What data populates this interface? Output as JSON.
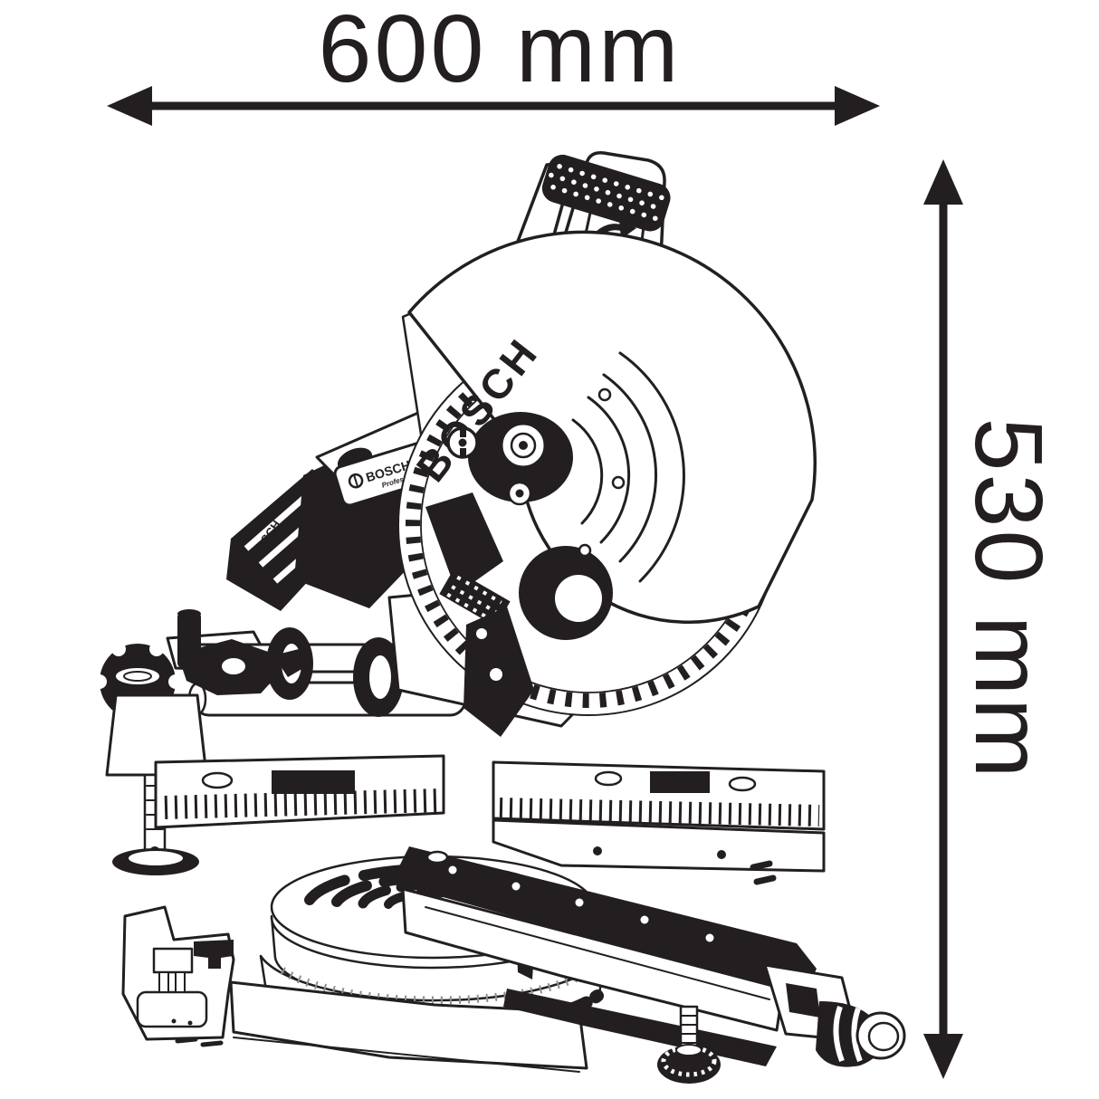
{
  "colors": {
    "ink": "#231f20",
    "background": "#ffffff",
    "scale_gray": "#8f8f8f"
  },
  "dimensions": {
    "width": {
      "label": "600 mm"
    },
    "height": {
      "label": "530 mm"
    }
  },
  "branding": {
    "guard": "BOSCH",
    "battery": "BOSCH",
    "plate_brand": "BOSCH",
    "plate_line": "Professional"
  }
}
